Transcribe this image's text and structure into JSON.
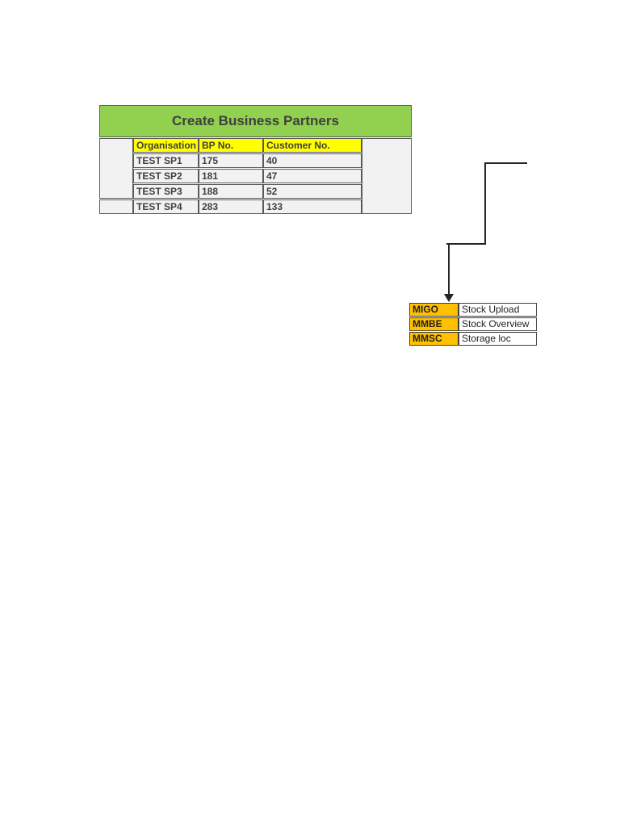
{
  "bp_table": {
    "title": "Create Business Partners",
    "columns": [
      "Organisation",
      "BP No.",
      "Customer No."
    ],
    "rows": [
      {
        "organisation": "TEST SP1",
        "bp_no": "175",
        "customer_no": "40"
      },
      {
        "organisation": "TEST SP2",
        "bp_no": "181",
        "customer_no": "47"
      },
      {
        "organisation": "TEST SP3",
        "bp_no": "188",
        "customer_no": "52"
      },
      {
        "organisation": "TEST SP4",
        "bp_no": "283",
        "customer_no": "133"
      }
    ],
    "colors": {
      "title_bg": "#92d050",
      "header_bg": "#ffff00",
      "cell_bg": "#f2f2f2",
      "border": "#595959",
      "text": "#3f3f3f"
    }
  },
  "connector": {
    "type": "elbow-arrow",
    "color": "#262626"
  },
  "tcode_table": {
    "rows": [
      {
        "code": "MIGO",
        "description": "Stock Upload"
      },
      {
        "code": "MMBE",
        "description": "Stock Overview"
      },
      {
        "code": "MMSC",
        "description": "Storage loc"
      }
    ],
    "colors": {
      "code_bg": "#ffc000",
      "desc_bg": "#ffffff",
      "border": "#404040"
    }
  }
}
